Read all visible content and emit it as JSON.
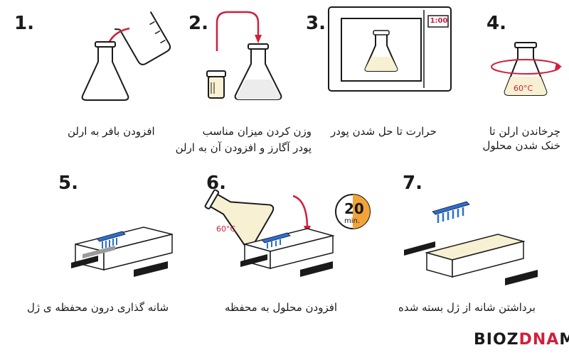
{
  "steps": [
    {
      "number": "1.",
      "caption_line1": "افزودن بافر به ارلن",
      "caption_line2": ""
    },
    {
      "number": "2.",
      "caption_line1": "وزن کردن میزان مناسب",
      "caption_line2": "پودر آگارز و افزودن آن به ارلن"
    },
    {
      "number": "3.",
      "caption_line1": "حرارت تا حل شدن پودر",
      "caption_line2": ""
    },
    {
      "number": "4.",
      "caption_line1": "چرخاندن ارلن تا",
      "caption_line2": "خنک شدن محلول"
    },
    {
      "number": "5.",
      "caption_line1": "شانه گذاری درون محفظه ی ژل",
      "caption_line2": ""
    },
    {
      "number": "6.",
      "caption_line1": "افزودن محلول به محفظه",
      "caption_line2": ""
    },
    {
      "number": "7.",
      "caption_line1": "برداشتن شانه از ژل بسته شده",
      "caption_line2": ""
    }
  ],
  "microwave": {
    "timer": "1:00"
  },
  "temperature_label": "60°C",
  "timer_badge": {
    "value": "20",
    "unit": "min."
  },
  "logo": {
    "part1": "BIOZ",
    "part2": "DNA",
    "part3": "M"
  },
  "colors": {
    "accent_red": "#d01f3c",
    "comb_blue": "#2a6fd6",
    "agarose_fill": "#f7f0d2",
    "timer_orange": "#f2a33a"
  }
}
